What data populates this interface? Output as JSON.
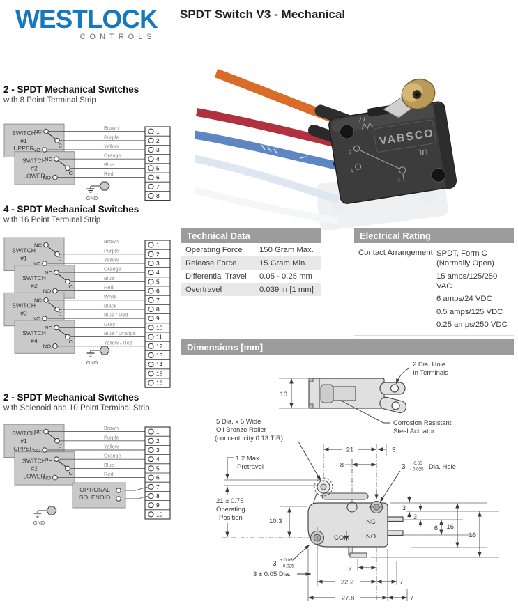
{
  "header": {
    "logo_primary": "WESTLOCK",
    "logo_secondary": "CONTROLS",
    "title": "SPDT Switch V3 - Mechanical"
  },
  "photo": {
    "brand_text": "VABSCO",
    "ul_text": "UL",
    "terminal_marks": [
      "2",
      "4",
      "1"
    ]
  },
  "diagrams": [
    {
      "title": "2 - SPDT Mechanical Switches",
      "subtitle": "with 8 Point Terminal Strip",
      "switches": [
        [
          "SWITCH",
          "#1",
          "UPPER"
        ],
        [
          "SWITCH",
          "#2",
          "LOWER"
        ]
      ],
      "contact_labels": [
        "NC",
        "C",
        "NO"
      ],
      "wires": [
        "Brown",
        "Purple",
        "Yellow",
        "Orange",
        "Blue",
        "Red"
      ],
      "terminal_count": 8,
      "gnd_label": "GND",
      "solenoid": null
    },
    {
      "title": "4 - SPDT Mechanical Switches",
      "subtitle": "with 16 Point Terminal Strip",
      "switches": [
        [
          "SWITCH",
          "#1"
        ],
        [
          "SWITCH",
          "#2"
        ],
        [
          "SWITCH",
          "#3"
        ],
        [
          "SWITCH",
          "#4"
        ]
      ],
      "contact_labels": [
        "NC",
        "C",
        "NO"
      ],
      "wires": [
        "Brown",
        "Purple",
        "Yellow",
        "Orange",
        "Blue",
        "Red",
        "White",
        "Black",
        "Blue / Red",
        "Gray",
        "Blue / Orange",
        "Yellow / Red"
      ],
      "terminal_count": 16,
      "gnd_label": "GND",
      "solenoid": null
    },
    {
      "title": "2 - SPDT Mechanical Switches",
      "subtitle": "with Solenoid and 10 Point Terminal Strip",
      "switches": [
        [
          "SWITCH",
          "#1",
          "UPPER"
        ],
        [
          "SWITCH",
          "#2",
          "LOWER"
        ]
      ],
      "contact_labels": [
        "NC",
        "C",
        "NO"
      ],
      "wires": [
        "Brown",
        "Purple",
        "Yellow",
        "Orange",
        "Blue",
        "Red"
      ],
      "terminal_count": 10,
      "gnd_label": "GND",
      "solenoid": {
        "label": [
          "OPTIONAL",
          "SOLENOID"
        ],
        "terminals": [
          7,
          8
        ]
      }
    }
  ],
  "technical_data": {
    "heading": "Technical Data",
    "rows": [
      {
        "label": "Operating Force",
        "value": "150 Gram Max."
      },
      {
        "label": "Release Force",
        "value": "15 Gram Min."
      },
      {
        "label": "Differential Travel",
        "value": "0.05 - 0.25 mm"
      },
      {
        "label": "Overtravel",
        "value": "0.039 in [1 mm]"
      }
    ]
  },
  "electrical_rating": {
    "heading": "Electrical Rating",
    "row_label": "Contact Arrangement",
    "arrangement_lines": [
      "SPDT, Form C",
      "(Normally Open)"
    ],
    "ratings": [
      "15 amps/125/250 VAC",
      "6 amps/24 VDC",
      "0.5 amps/125 VDC",
      "0.25 amps/250 VDC"
    ]
  },
  "dimensions": {
    "heading": "Dimensions [mm]",
    "top_view": {
      "height_dim": "10",
      "hole_label_lines": [
        "2 Dia. Hole",
        "In Terminals"
      ],
      "actuator_label_lines": [
        "Corrosion Resistant",
        "Steel Actuator"
      ]
    },
    "side_view": {
      "roller_label_lines": [
        "5 Dia. x 5 Wide",
        "Oil Bronze Roller",
        "(concentricity 0.13 TIR)"
      ],
      "pretravel_lines": [
        "1.2 Max.",
        "Pretravel"
      ],
      "operating_lines": [
        "21 ± 0.75",
        "Operating",
        "Position"
      ],
      "dim_21": "21",
      "dim_3_top": "3",
      "dim_8": "8",
      "hole_dim": "3",
      "hole_tol_plus": "+ 0.05",
      "hole_tol_minus": "- 0.025",
      "hole_suffix": "Dia. Hole",
      "dim_10_3": "10.3",
      "left_hole_dim": "3",
      "left_hole_tol_plus": "+ 0.05",
      "left_hole_tol_minus": "- 0.025",
      "left_hole_dia": "3 ± 0.05 Dia.",
      "label_nc": "NC",
      "label_no": "NO",
      "label_com": "COM",
      "dim_3_r1": "3",
      "dim_3_r2": "3",
      "dim_6": "6",
      "dim_16_a": "16",
      "dim_16_b": "16",
      "dim_7_a": "7",
      "dim_7_b": "7",
      "dim_7_c": "7",
      "dim_22_2": "22.2",
      "dim_27_8": "27.8"
    }
  },
  "colors": {
    "logo_blue": "#1878bd",
    "section_bar_gray": "#9c9c9c",
    "table_alt_row": "#e8e8e8",
    "diagram_box_gray": "#c9c9c9",
    "wire_orange": "#d96c28",
    "wire_red": "#b03240",
    "wire_blue": "#5e86c2",
    "drawing_fill": "#e0e0e0"
  }
}
